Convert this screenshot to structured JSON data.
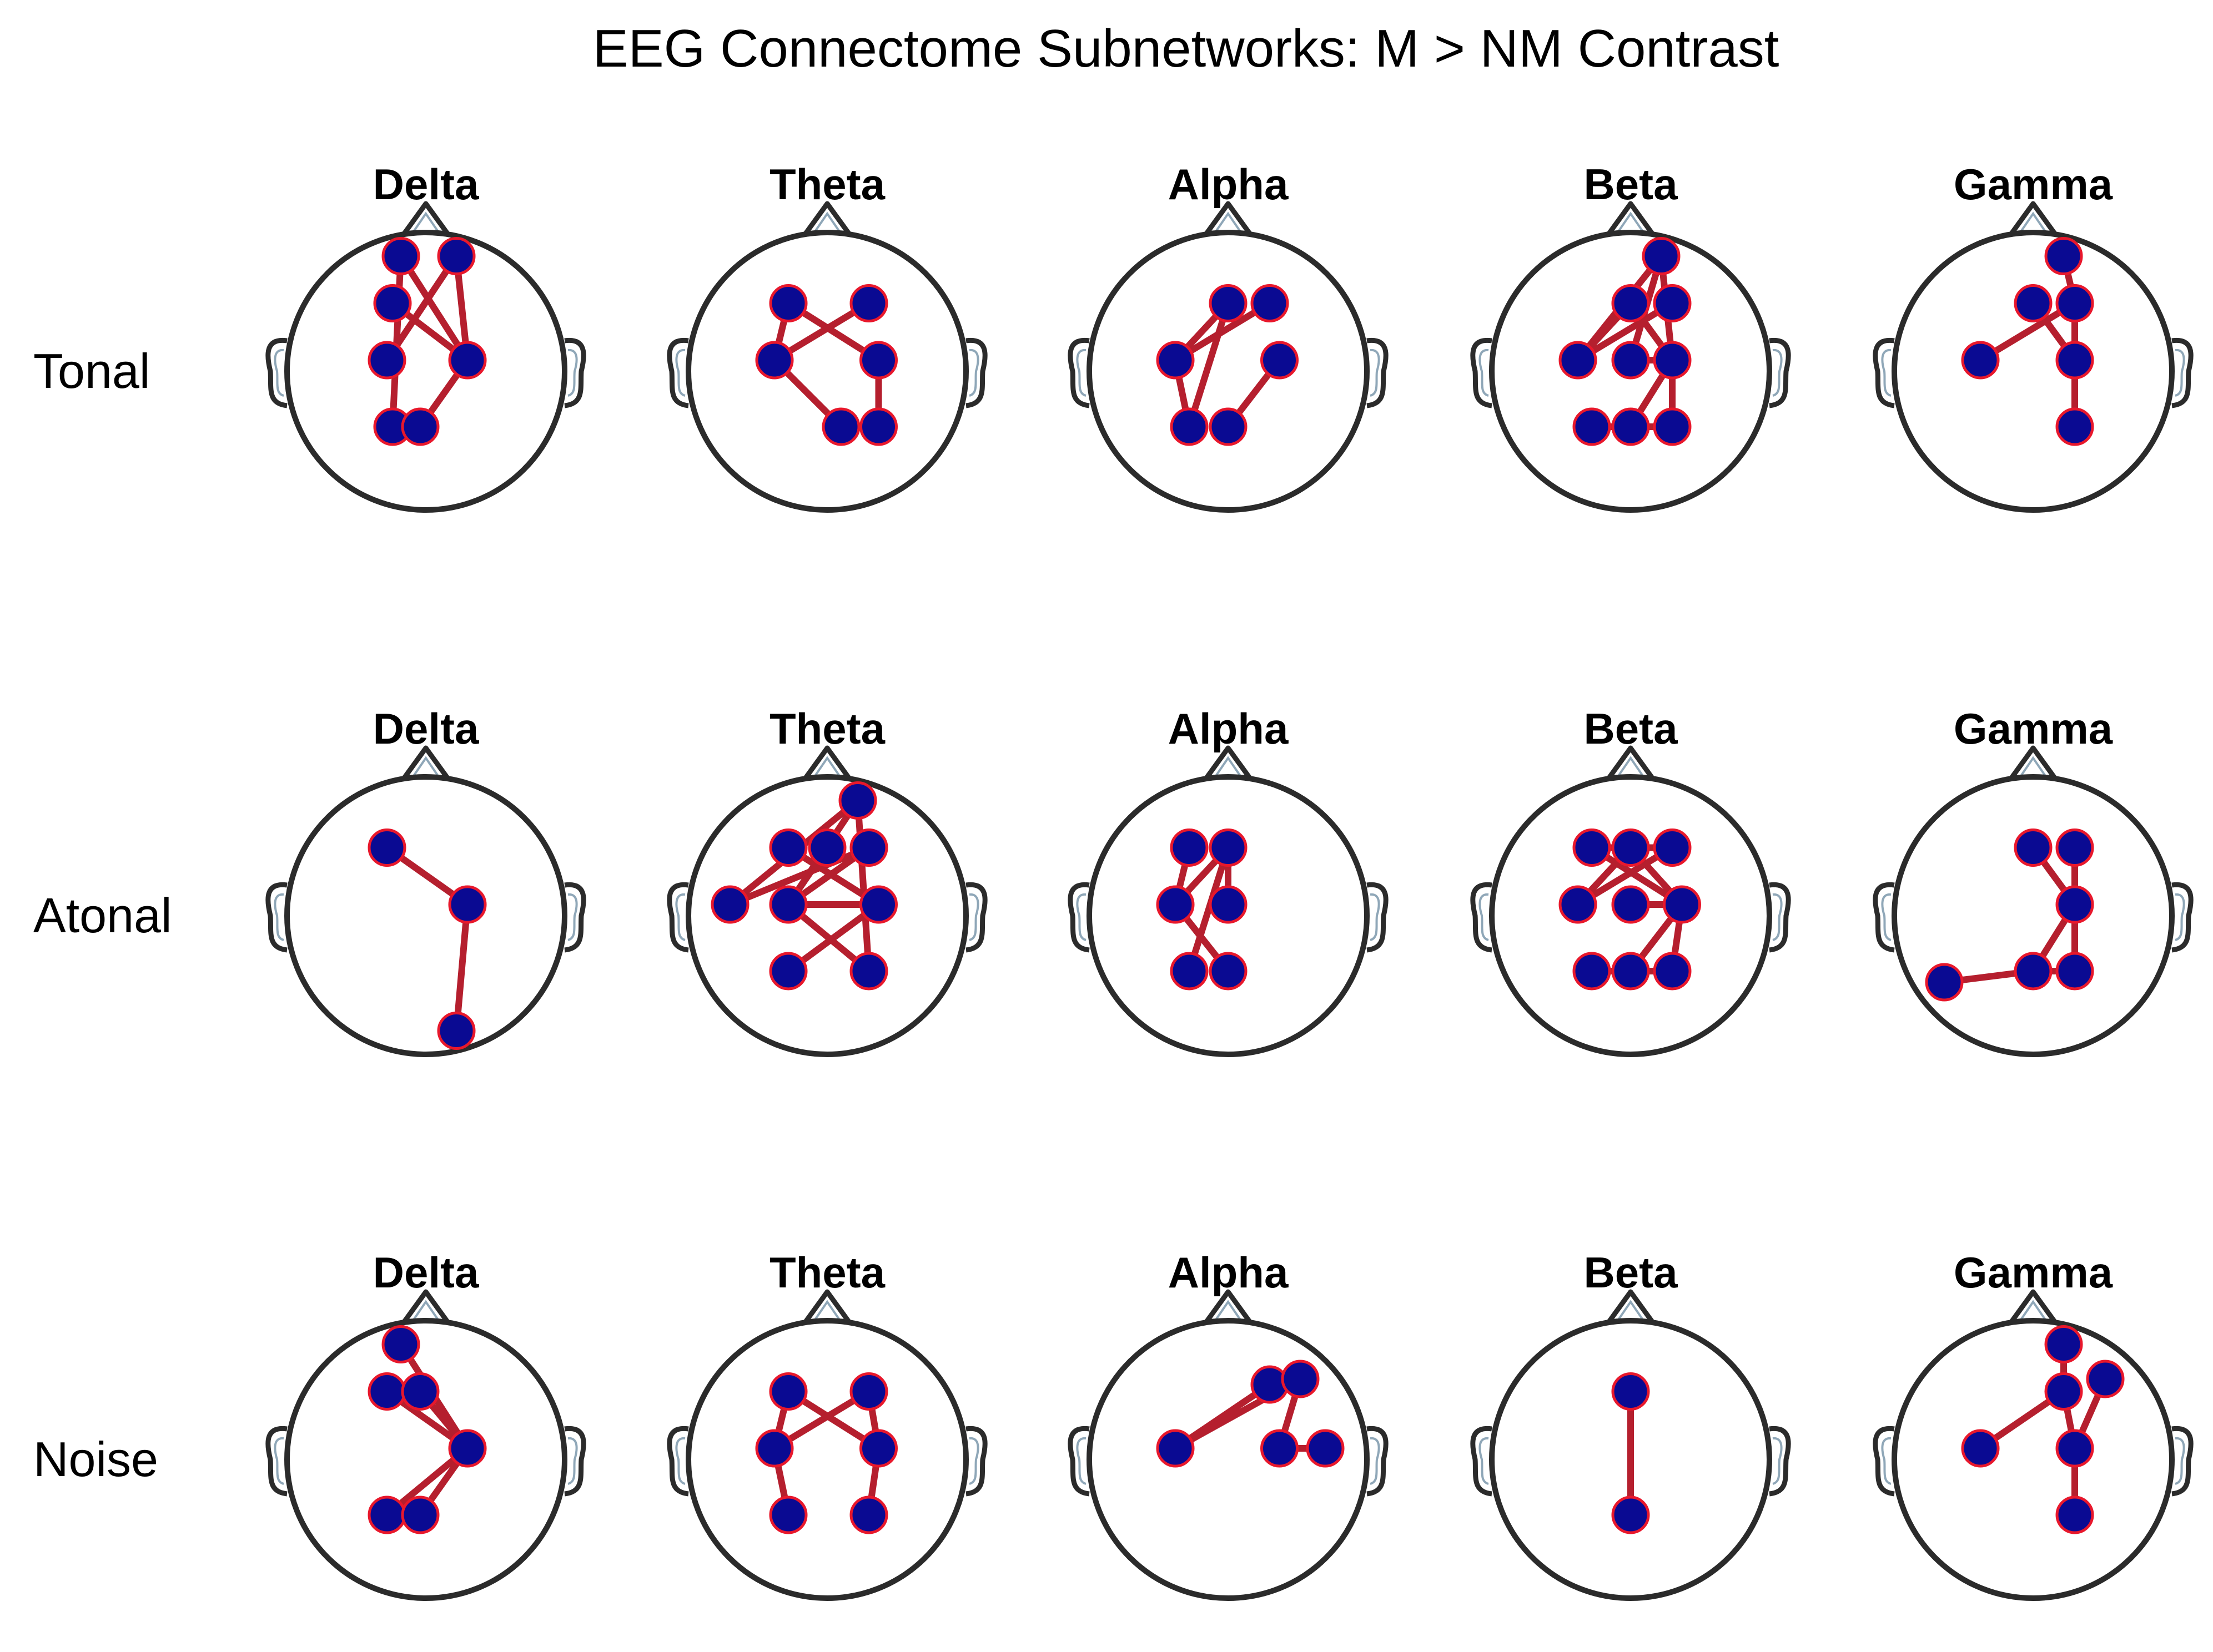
{
  "title": "EEG Connectome Subnetworks: M > NM Contrast",
  "colors": {
    "node_fill": "#0a0a92",
    "node_stroke": "#e8182c",
    "edge": "#b51f2e",
    "head_outline": "#2b2b2b",
    "nose_ears_accent": "#8fa7b8"
  },
  "rows": [
    {
      "label": "Tonal",
      "panels": [
        {
          "band": "Delta",
          "nodes": [
            [
              -0.18,
              0.83
            ],
            [
              0.22,
              0.83
            ],
            [
              -0.24,
              0.49
            ],
            [
              -0.28,
              0.08
            ],
            [
              0.3,
              0.08
            ],
            [
              -0.24,
              -0.4
            ],
            [
              -0.04,
              -0.4
            ]
          ],
          "edges": [
            [
              0,
              4
            ],
            [
              1,
              4
            ],
            [
              1,
              3
            ],
            [
              0,
              5
            ],
            [
              2,
              4
            ],
            [
              4,
              6
            ]
          ]
        },
        {
          "band": "Theta",
          "nodes": [
            [
              -0.28,
              0.49
            ],
            [
              0.3,
              0.49
            ],
            [
              -0.38,
              0.08
            ],
            [
              0.37,
              0.08
            ],
            [
              0.1,
              -0.4
            ],
            [
              0.37,
              -0.4
            ]
          ],
          "edges": [
            [
              0,
              3
            ],
            [
              1,
              2
            ],
            [
              0,
              2
            ],
            [
              2,
              4
            ],
            [
              3,
              5
            ]
          ]
        },
        {
          "band": "Alpha",
          "nodes": [
            [
              0.0,
              0.49
            ],
            [
              0.3,
              0.49
            ],
            [
              -0.38,
              0.08
            ],
            [
              0.37,
              0.08
            ],
            [
              -0.28,
              -0.4
            ],
            [
              0.0,
              -0.4
            ]
          ],
          "edges": [
            [
              0,
              2
            ],
            [
              1,
              2
            ],
            [
              2,
              4
            ],
            [
              0,
              4
            ],
            [
              3,
              5
            ]
          ]
        },
        {
          "band": "Beta",
          "nodes": [
            [
              0.22,
              0.83
            ],
            [
              0.0,
              0.49
            ],
            [
              0.3,
              0.49
            ],
            [
              -0.38,
              0.08
            ],
            [
              0.0,
              0.08
            ],
            [
              0.3,
              0.08
            ],
            [
              -0.28,
              -0.4
            ],
            [
              0.0,
              -0.4
            ],
            [
              0.3,
              -0.4
            ]
          ],
          "edges": [
            [
              0,
              3
            ],
            [
              0,
              5
            ],
            [
              0,
              4
            ],
            [
              1,
              3
            ],
            [
              2,
              3
            ],
            [
              1,
              5
            ],
            [
              4,
              5
            ],
            [
              5,
              8
            ],
            [
              5,
              7
            ],
            [
              6,
              8
            ]
          ]
        },
        {
          "band": "Gamma",
          "nodes": [
            [
              0.22,
              0.83
            ],
            [
              0.0,
              0.49
            ],
            [
              0.3,
              0.49
            ],
            [
              -0.38,
              0.08
            ],
            [
              0.3,
              0.08
            ],
            [
              0.3,
              -0.4
            ]
          ],
          "edges": [
            [
              0,
              2
            ],
            [
              2,
              3
            ],
            [
              1,
              4
            ],
            [
              2,
              4
            ],
            [
              4,
              5
            ]
          ]
        }
      ]
    },
    {
      "label": "Atonal",
      "panels": [
        {
          "band": "Delta",
          "nodes": [
            [
              -0.28,
              0.49
            ],
            [
              0.3,
              0.08
            ],
            [
              0.22,
              -0.83
            ]
          ],
          "edges": [
            [
              0,
              1
            ],
            [
              1,
              2
            ]
          ]
        },
        {
          "band": "Theta",
          "nodes": [
            [
              0.22,
              0.83
            ],
            [
              -0.28,
              0.49
            ],
            [
              0.0,
              0.49
            ],
            [
              0.3,
              0.49
            ],
            [
              -0.7,
              0.08
            ],
            [
              -0.28,
              0.08
            ],
            [
              0.37,
              0.08
            ],
            [
              -0.28,
              -0.4
            ],
            [
              0.3,
              -0.4
            ]
          ],
          "edges": [
            [
              0,
              4
            ],
            [
              0,
              5
            ],
            [
              0,
              8
            ],
            [
              1,
              6
            ],
            [
              2,
              5
            ],
            [
              3,
              4
            ],
            [
              3,
              5
            ],
            [
              5,
              6
            ],
            [
              6,
              7
            ],
            [
              5,
              8
            ]
          ]
        },
        {
          "band": "Alpha",
          "nodes": [
            [
              -0.28,
              0.49
            ],
            [
              0.0,
              0.49
            ],
            [
              -0.38,
              0.08
            ],
            [
              0.0,
              0.08
            ],
            [
              -0.28,
              -0.4
            ],
            [
              0.0,
              -0.4
            ]
          ],
          "edges": [
            [
              0,
              2
            ],
            [
              1,
              2
            ],
            [
              1,
              3
            ],
            [
              1,
              4
            ],
            [
              2,
              5
            ]
          ]
        },
        {
          "band": "Beta",
          "nodes": [
            [
              -0.28,
              0.49
            ],
            [
              0.0,
              0.49
            ],
            [
              0.3,
              0.49
            ],
            [
              -0.38,
              0.08
            ],
            [
              0.0,
              0.08
            ],
            [
              0.37,
              0.08
            ],
            [
              -0.28,
              -0.4
            ],
            [
              0.0,
              -0.4
            ],
            [
              0.3,
              -0.4
            ]
          ],
          "edges": [
            [
              0,
              1
            ],
            [
              1,
              2
            ],
            [
              0,
              5
            ],
            [
              1,
              3
            ],
            [
              1,
              5
            ],
            [
              2,
              3
            ],
            [
              4,
              5
            ],
            [
              5,
              8
            ],
            [
              5,
              7
            ],
            [
              6,
              8
            ]
          ]
        },
        {
          "band": "Gamma",
          "nodes": [
            [
              0.0,
              0.49
            ],
            [
              0.3,
              0.49
            ],
            [
              0.3,
              0.08
            ],
            [
              -0.64,
              -0.48
            ],
            [
              0.0,
              -0.4
            ],
            [
              0.3,
              -0.4
            ]
          ],
          "edges": [
            [
              0,
              2
            ],
            [
              1,
              2
            ],
            [
              1,
              5
            ],
            [
              2,
              4
            ],
            [
              3,
              4
            ],
            [
              4,
              5
            ]
          ]
        }
      ]
    },
    {
      "label": "Noise",
      "panels": [
        {
          "band": "Delta",
          "nodes": [
            [
              -0.18,
              0.83
            ],
            [
              -0.28,
              0.49
            ],
            [
              -0.04,
              0.49
            ],
            [
              0.3,
              0.08
            ],
            [
              -0.28,
              -0.4
            ],
            [
              -0.04,
              -0.4
            ]
          ],
          "edges": [
            [
              0,
              3
            ],
            [
              1,
              3
            ],
            [
              2,
              3
            ],
            [
              3,
              4
            ],
            [
              3,
              5
            ]
          ]
        },
        {
          "band": "Theta",
          "nodes": [
            [
              -0.28,
              0.49
            ],
            [
              0.3,
              0.49
            ],
            [
              -0.38,
              0.08
            ],
            [
              0.37,
              0.08
            ],
            [
              -0.28,
              -0.4
            ],
            [
              0.3,
              -0.4
            ]
          ],
          "edges": [
            [
              0,
              3
            ],
            [
              1,
              2
            ],
            [
              0,
              2
            ],
            [
              2,
              4
            ],
            [
              1,
              3
            ],
            [
              3,
              5
            ]
          ]
        },
        {
          "band": "Alpha",
          "nodes": [
            [
              0.3,
              0.54
            ],
            [
              0.52,
              0.58
            ],
            [
              -0.38,
              0.08
            ],
            [
              0.37,
              0.08
            ],
            [
              0.7,
              0.08
            ]
          ],
          "edges": [
            [
              0,
              2
            ],
            [
              1,
              2
            ],
            [
              1,
              3
            ],
            [
              3,
              4
            ]
          ]
        },
        {
          "band": "Beta",
          "nodes": [
            [
              0.0,
              0.49
            ],
            [
              0.0,
              -0.4
            ]
          ],
          "edges": [
            [
              0,
              1
            ]
          ]
        },
        {
          "band": "Gamma",
          "nodes": [
            [
              0.22,
              0.83
            ],
            [
              0.22,
              0.49
            ],
            [
              0.52,
              0.58
            ],
            [
              -0.38,
              0.08
            ],
            [
              0.3,
              0.08
            ],
            [
              0.3,
              -0.4
            ]
          ],
          "edges": [
            [
              0,
              1
            ],
            [
              1,
              3
            ],
            [
              1,
              4
            ],
            [
              2,
              4
            ],
            [
              4,
              5
            ]
          ]
        }
      ]
    }
  ]
}
